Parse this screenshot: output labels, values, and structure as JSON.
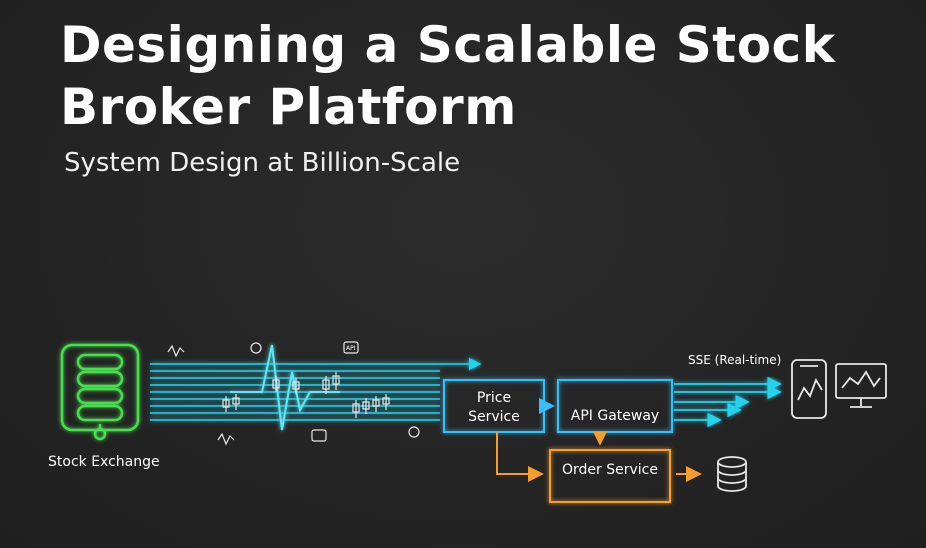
{
  "header": {
    "title_line1": "Designing a Scalable Stock",
    "title_line2": "Broker Platform",
    "subtitle": "System Design at Billion-Scale"
  },
  "diagram": {
    "exchange_label": "Stock Exchange",
    "price_service_line1": "Price",
    "price_service_line2": "Service",
    "api_gateway_label": "API Gateway",
    "order_service_label": "Order Service",
    "sse_label": "SSE (Real-time)",
    "mini_label_api": "API"
  },
  "colors": {
    "background": "#262626",
    "exchange_green": "#4ade50",
    "stream_cyan": "#22d3ee",
    "service_blue": "#38bdf8",
    "order_orange": "#f59e2b",
    "icon_white": "#e8e8e8"
  },
  "icons": [
    "server-icon",
    "database-icon",
    "phone-chart-icon",
    "monitor-chart-icon"
  ]
}
